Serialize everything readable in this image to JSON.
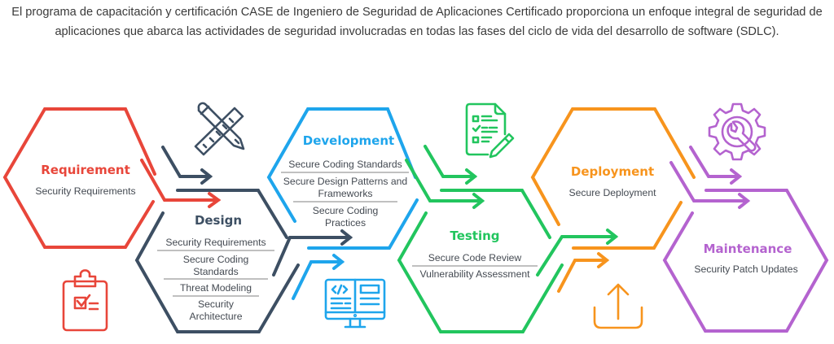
{
  "intro": {
    "line1": "El programa de capacitación y certificación CASE de Ingeniero de Seguridad de Aplicaciones Certificado proporciona un enfoque integral de seguridad de",
    "line2": "aplicaciones que abarca las actividades de seguridad involucradas en todas las fases del ciclo de vida del desarrollo de software (SDLC)."
  },
  "phases": [
    {
      "id": "requirement",
      "title": "Requirement",
      "color": "#e8463a",
      "icon": "clipboard-check-icon",
      "items": [
        "Security Requirements"
      ]
    },
    {
      "id": "design",
      "title": "Design",
      "color": "#3d4f63",
      "icon": "pencil-ruler-icon",
      "items": [
        "Security Requirements",
        "Secure Coding|Standards",
        "Threat Modeling",
        "Security|Architecture"
      ]
    },
    {
      "id": "development",
      "title": "Development",
      "color": "#1ea5ec",
      "icon": "code-monitor-icon",
      "items": [
        "Secure Coding Standards",
        "Secure Design Patterns and|Frameworks",
        "Secure Coding|Practices"
      ]
    },
    {
      "id": "testing",
      "title": "Testing",
      "color": "#22c55e",
      "icon": "checklist-document-icon",
      "items": [
        "Secure Code Review",
        "Vulnerability Assessment"
      ]
    },
    {
      "id": "deployment",
      "title": "Deployment",
      "color": "#f7941d",
      "icon": "upload-icon",
      "items": [
        "Secure Deployment"
      ]
    },
    {
      "id": "maintenance",
      "title": "Maintenance",
      "color": "#b463cf",
      "icon": "gear-wrench-icon",
      "items": [
        "Security Patch Updates"
      ]
    }
  ]
}
